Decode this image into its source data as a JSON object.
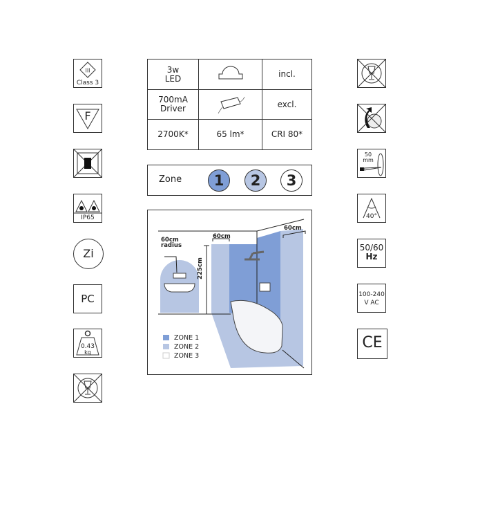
{
  "left_icons": [
    {
      "name": "class-3-icon",
      "text": "Class 3",
      "symbol": "III"
    },
    {
      "name": "f-mark-icon",
      "text": "F"
    },
    {
      "name": "no-insulation-cover-icon"
    },
    {
      "name": "ip65-icon",
      "text": "IP65"
    },
    {
      "name": "zinc-icon",
      "text": "Zi"
    },
    {
      "name": "polycarbonate-icon",
      "text": "PC"
    },
    {
      "name": "weight-icon",
      "value": "0.43",
      "unit": "kg"
    },
    {
      "name": "no-glass-icon"
    }
  ],
  "right_icons": [
    {
      "name": "no-glass-icon"
    },
    {
      "name": "not-dimmable-icon"
    },
    {
      "name": "cutout-depth-icon",
      "value": "50",
      "unit": "mm"
    },
    {
      "name": "beam-angle-icon",
      "text": "40°"
    },
    {
      "name": "frequency-icon",
      "line1": "50/60",
      "line2": "Hz"
    },
    {
      "name": "voltage-icon",
      "line1": "100-240",
      "line2": "V AC"
    },
    {
      "name": "ce-icon",
      "text": "CE"
    }
  ],
  "spec_table": {
    "rows": [
      {
        "col1_l1": "3w",
        "col1_l2": "LED",
        "icon": "led-module-icon",
        "col3": "incl."
      },
      {
        "col1_l1": "700mA",
        "col1_l2": "Driver",
        "icon": "driver-icon",
        "col3": "excl."
      },
      {
        "col1": "2700K*",
        "col2": "65 lm*",
        "col3": "CRI 80*"
      }
    ]
  },
  "zone": {
    "label": "Zone",
    "zones": [
      {
        "n": "1",
        "color": "#7f9ed6"
      },
      {
        "n": "2",
        "color": "#b7c6e3"
      },
      {
        "n": "3",
        "color": "#ffffff"
      }
    ]
  },
  "diagram": {
    "radius_label_l1": "60cm",
    "radius_label_l2": "radius",
    "height_label": "225cm",
    "width_label_1": "60cm",
    "width_label_2": "60cm",
    "legend": [
      {
        "label": "ZONE 1",
        "color": "#7f9ed6"
      },
      {
        "label": "ZONE 2",
        "color": "#b7c6e3"
      },
      {
        "label": "ZONE 3",
        "color": "#ffffff"
      }
    ]
  }
}
